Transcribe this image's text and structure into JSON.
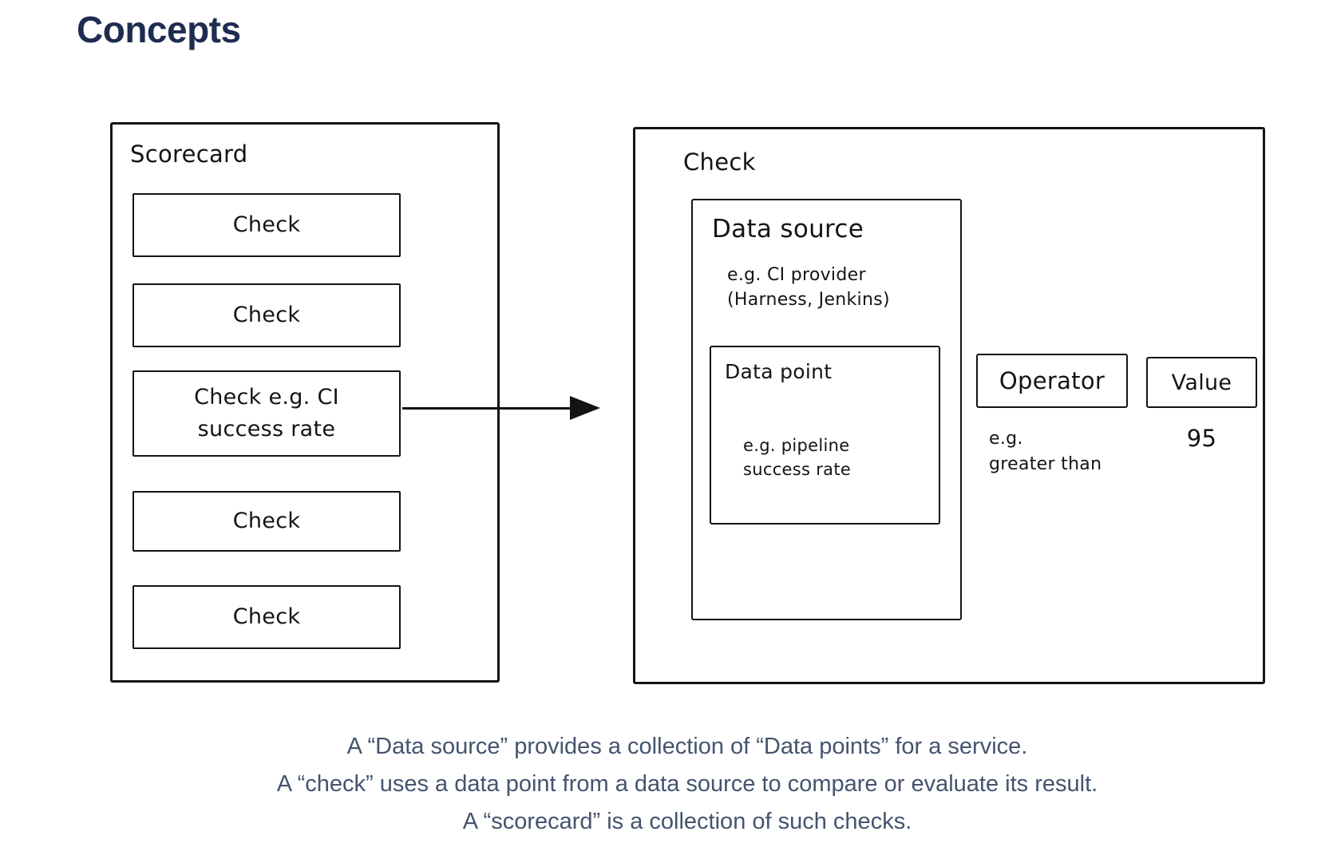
{
  "page": {
    "title": "Concepts"
  },
  "diagram": {
    "scorecard": {
      "label": "Scorecard",
      "checks": [
        "Check",
        "Check",
        "Check e.g. CI success rate",
        "Check",
        "Check"
      ]
    },
    "check": {
      "label": "Check",
      "data_source": {
        "label": "Data source",
        "example": "e.g. CI provider\n(Harness, Jenkins)",
        "data_point": {
          "label": "Data point",
          "example": "e.g. pipeline\nsuccess rate"
        }
      },
      "operator": {
        "label": "Operator",
        "example": "e.g.\ngreater than"
      },
      "value": {
        "label": "Value",
        "example": "95"
      }
    }
  },
  "caption": {
    "lines": [
      "A “Data source” provides a collection of “Data points” for a service.",
      "A “check” uses a data point from a data source to compare or evaluate its result.",
      "A “scorecard” is a collection of such checks."
    ]
  },
  "colors": {
    "heading": "#1e2c50",
    "caption": "#44546e",
    "ink": "#141414",
    "background": "#ffffff"
  }
}
